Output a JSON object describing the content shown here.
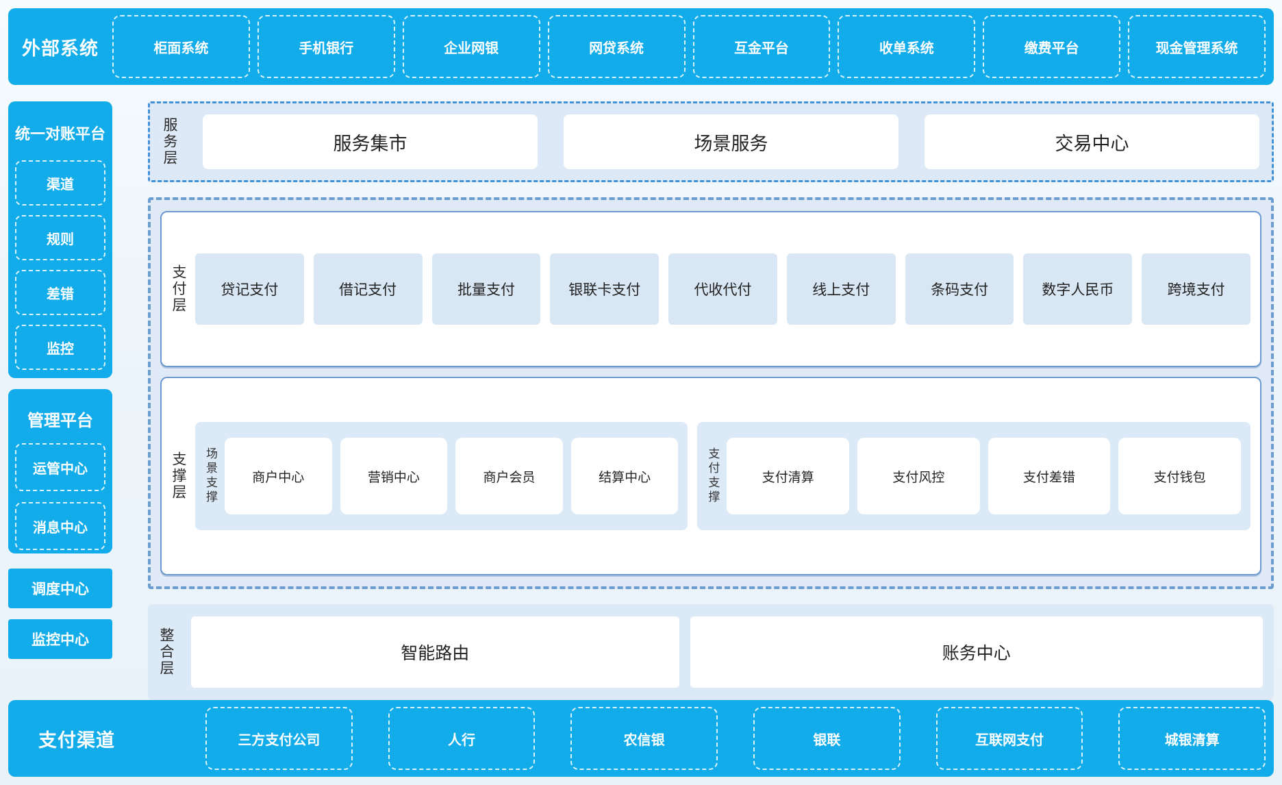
{
  "colors": {
    "bright_blue": "#11ace9",
    "panel_light_blue": "#dde9f6",
    "item_light_blue": "#d9e6f4",
    "solid_border_blue": "#6b98ce",
    "dashed_border_blue": "#6b9ccf",
    "dashdot_border_blue": "#4191d9",
    "white": "#ffffff",
    "dark_text": "#2e2e2e"
  },
  "top_bar": {
    "title": "外部系统",
    "items": [
      "柜面系统",
      "手机银行",
      "企业网银",
      "网贷系统",
      "互金平台",
      "收单系统",
      "缴费平台",
      "现金管理系统"
    ]
  },
  "sidebar": {
    "reconciliation": {
      "title": "统一对账平台",
      "items": [
        "渠道",
        "规则",
        "差错",
        "监控"
      ]
    },
    "management": {
      "title": "管理平台",
      "items": [
        "运管中心",
        "消息中心"
      ]
    },
    "standalone": [
      "调度中心",
      "监控中心"
    ]
  },
  "service_layer": {
    "label": "服务层",
    "items": [
      "服务集市",
      "场景服务",
      "交易中心"
    ]
  },
  "payment_layer": {
    "label": "支付层",
    "items": [
      "贷记支付",
      "借记支付",
      "批量支付",
      "银联卡支付",
      "代收代付",
      "线上支付",
      "条码支付",
      "数字人民币",
      "跨境支付"
    ]
  },
  "support_layer": {
    "label": "支撑层",
    "groups": [
      {
        "label": "场景支撑",
        "items": [
          "商户中心",
          "营销中心",
          "商户会员",
          "结算中心"
        ]
      },
      {
        "label": "支付支撑",
        "items": [
          "支付清算",
          "支付风控",
          "支付差错",
          "支付钱包"
        ]
      }
    ]
  },
  "integration_layer": {
    "label": "整合层",
    "items": [
      "智能路由",
      "账务中心"
    ]
  },
  "bottom_bar": {
    "title": "支付渠道",
    "items": [
      "三方支付公司",
      "人行",
      "农信银",
      "银联",
      "互联网支付",
      "城银清算"
    ]
  }
}
